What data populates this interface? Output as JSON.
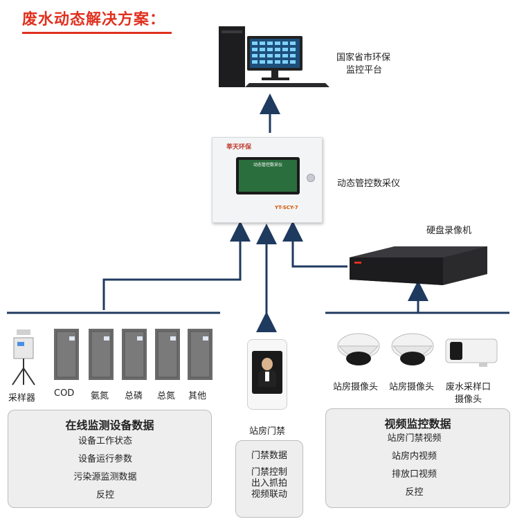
{
  "title": "废水动态解决方案：",
  "platform": {
    "label_line1": "国家省市环保",
    "label_line2": "监控平台"
  },
  "collector": {
    "label": "动态管控数采仪",
    "brand": "莘天环保",
    "model": "YT-SCY-7",
    "screen_text": "动态管控数采仪"
  },
  "dvr": {
    "label": "硬盘录像机"
  },
  "online_devices": [
    {
      "label": "采样器"
    },
    {
      "label": "COD"
    },
    {
      "label": "氨氮"
    },
    {
      "label": "总磷"
    },
    {
      "label": "总氮"
    },
    {
      "label": "其他"
    }
  ],
  "online_panel": {
    "title": "在线监测设备数据",
    "items": [
      "设备工作状态",
      "设备运行参数",
      "污染源监测数据",
      "反控"
    ]
  },
  "access": {
    "label": "站房门禁",
    "panel_item1": "门禁数据",
    "panel_item2_lines": [
      "门禁控制",
      "出入抓拍",
      "视频联动"
    ]
  },
  "cameras": [
    {
      "label": "站房摄像头"
    },
    {
      "label": "站房摄像头"
    },
    {
      "label_line1": "废水采样口",
      "label_line2": "摄像头"
    }
  ],
  "video_panel": {
    "title": "视频监控数据",
    "items": [
      "站房门禁视频",
      "站房内视频",
      "排放口视频",
      "反控"
    ]
  },
  "colors": {
    "title": "#e0301e",
    "line": "#1f3a5f",
    "panel_bg": "#eeeeee"
  }
}
